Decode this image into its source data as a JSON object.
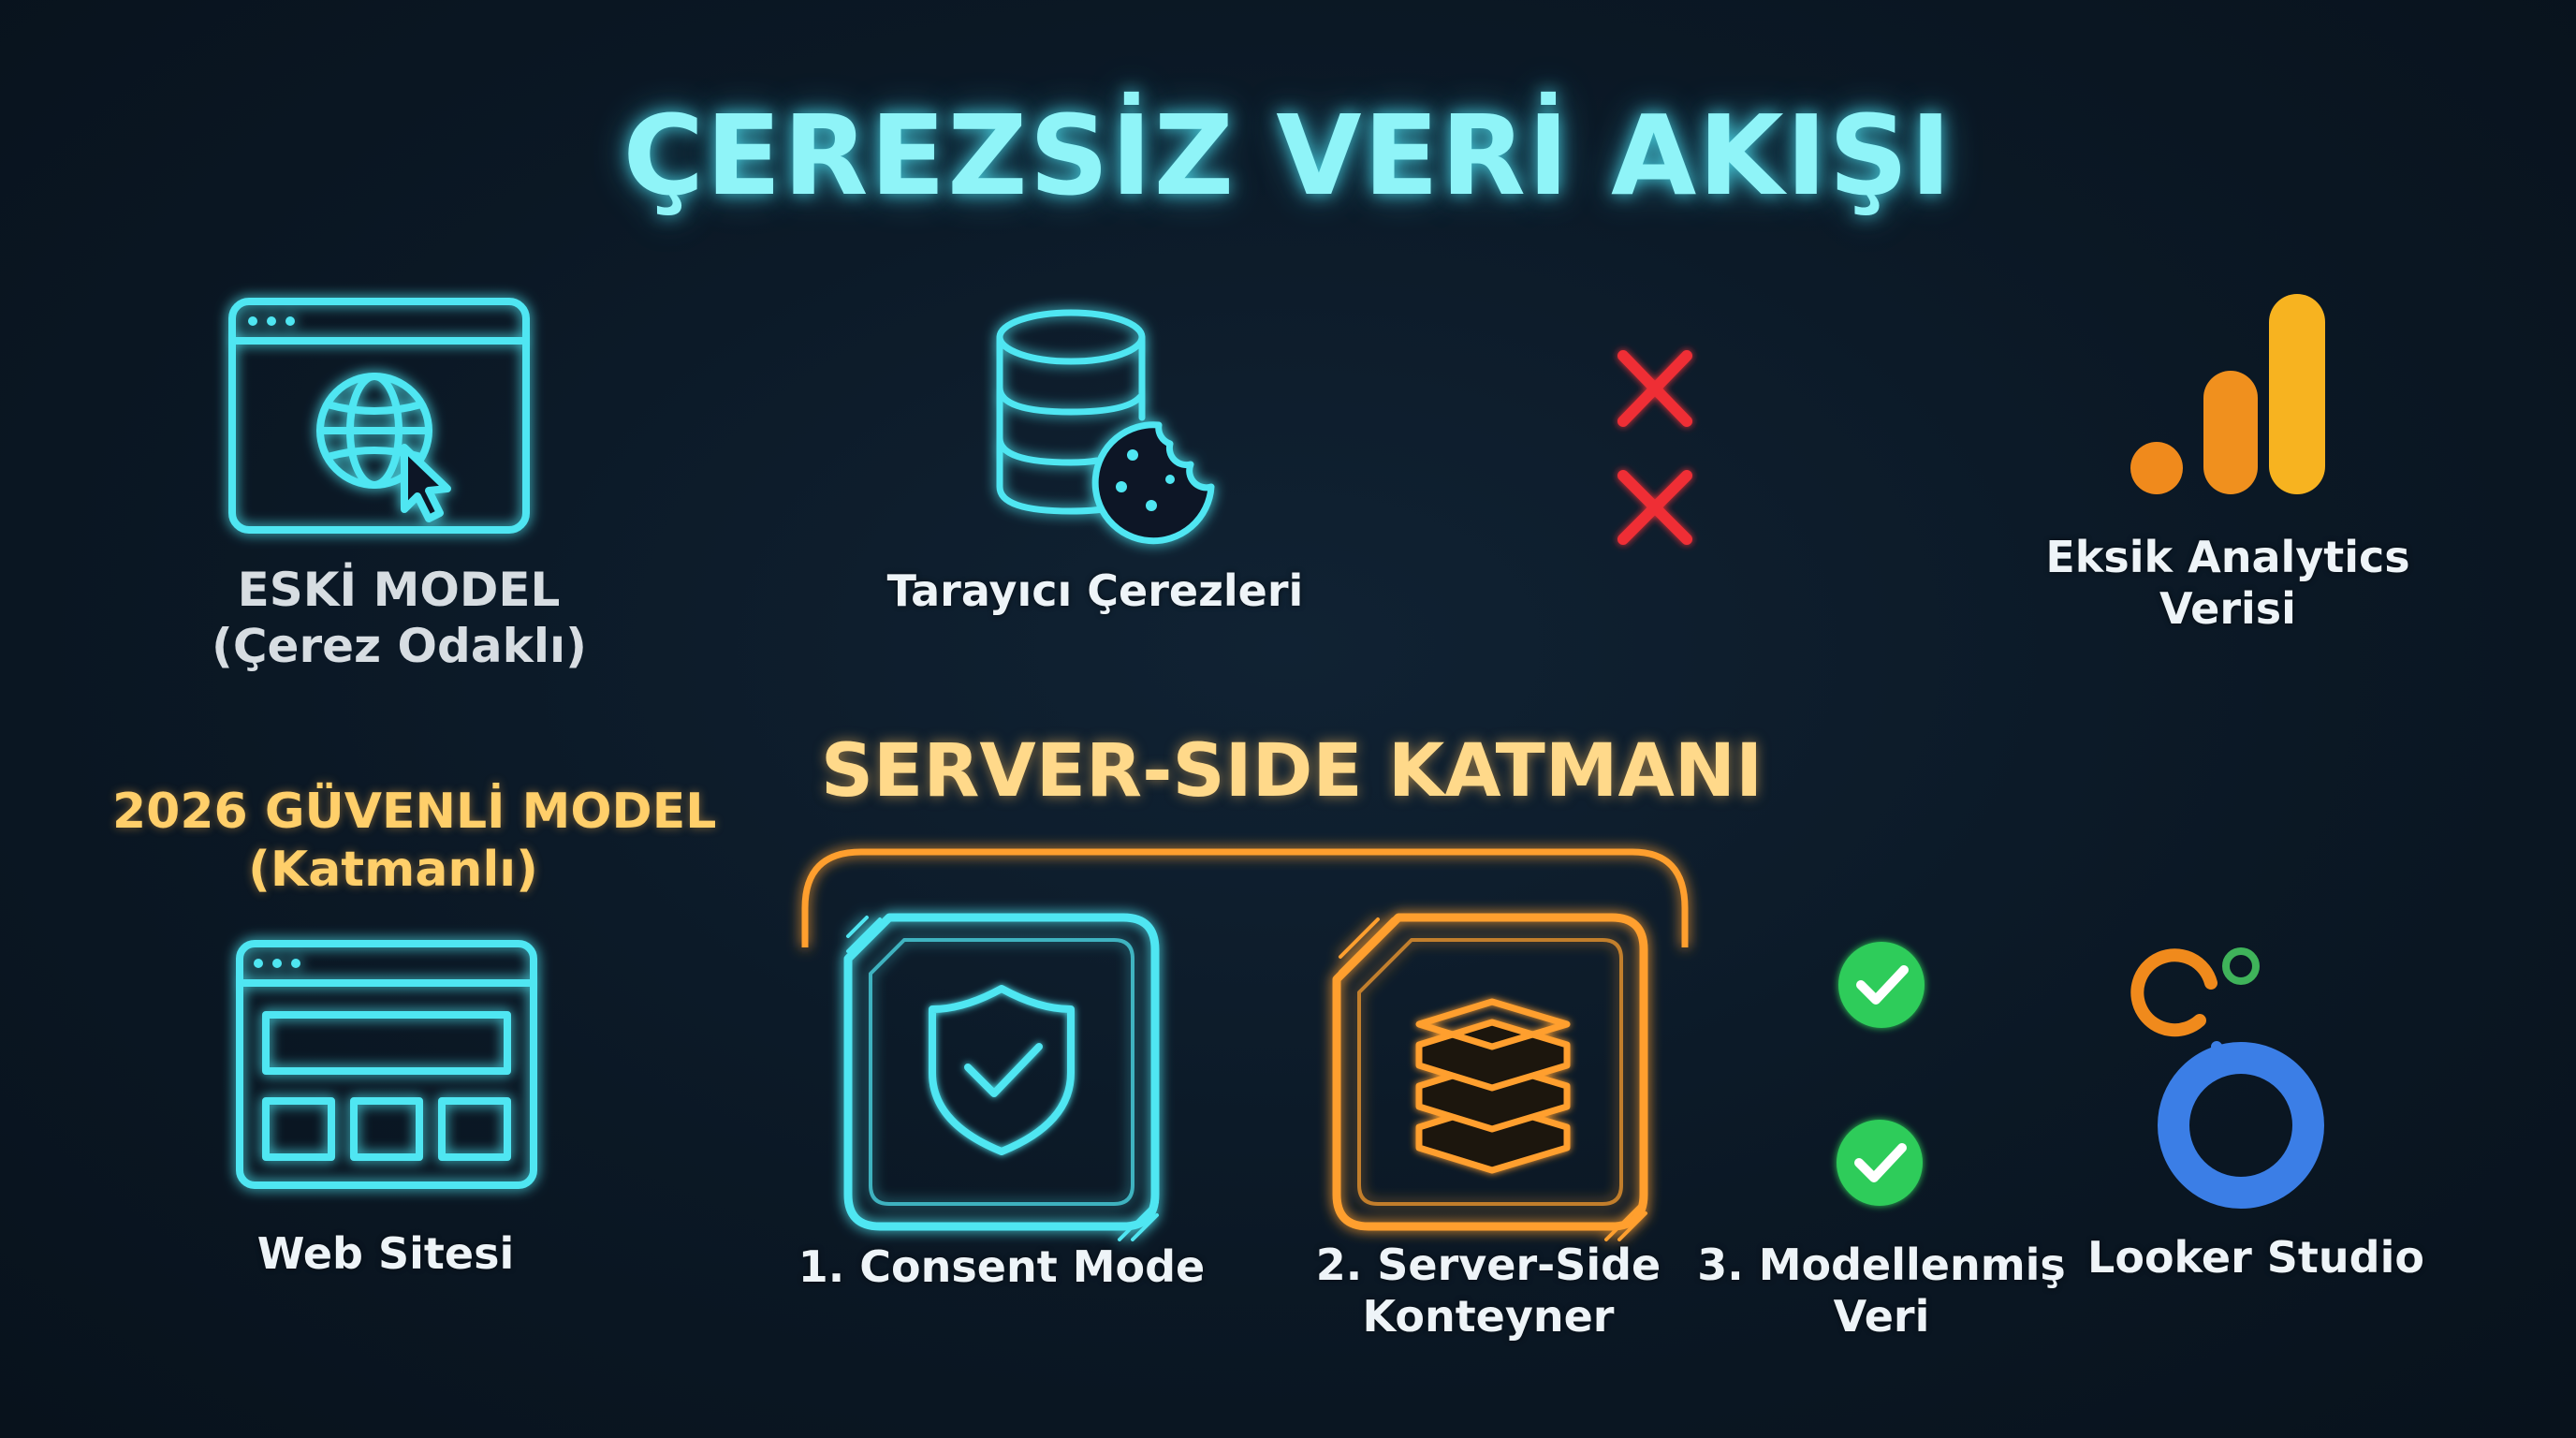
{
  "title": "ÇEREZSİZ VERİ AKIŞI",
  "old_model": {
    "label_line1": "ESKİ MODEL",
    "label_line2": "(Çerez Odaklı)",
    "cookies_label": "Tarayıcı Çerezleri",
    "analytics_label_line1": "Eksik Analytics",
    "analytics_label_line2": "Verisi"
  },
  "new_model": {
    "label_line1": "2026 GÜVENLİ MODEL",
    "label_line2": "(Katmanlı)",
    "layer_title": "SERVER-SIDE KATMANI",
    "website_label": "Web Sitesi",
    "consent_label": "1. Consent Mode",
    "container_label_line1": "2. Server-Side",
    "container_label_line2": "Konteyner",
    "modeled_label_line1": "3. Modellenmiş",
    "modeled_label_line2": "Veri",
    "looker_label": "Looker Studio"
  },
  "icons": {
    "browser": "browser-globe-cursor-icon",
    "cookies": "database-cookie-icon",
    "blocked": "red-x-icon",
    "analytics": "google-analytics-icon",
    "website": "website-layout-icon",
    "consent": "shield-check-icon",
    "container": "server-stack-icon",
    "check": "green-check-icon",
    "looker": "looker-studio-icon"
  },
  "colors": {
    "cyan": "#4fe6f2",
    "orange": "#ff9f2e",
    "gold": "#ffcf6a",
    "red": "#e8303a",
    "green": "#3fe06a",
    "blue": "#3b7ee6"
  }
}
